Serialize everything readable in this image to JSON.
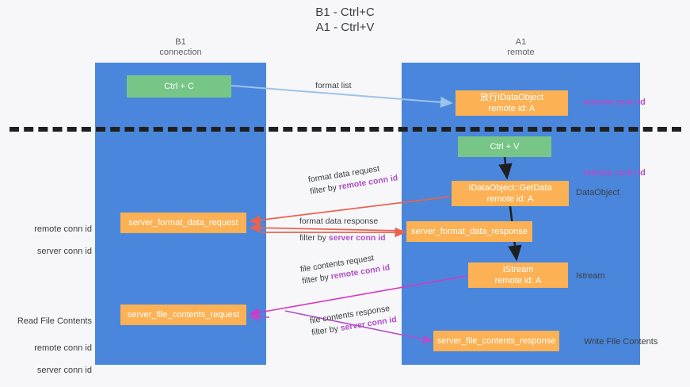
{
  "title": "B1 - Ctrl+C\nA1 - Ctrl+V",
  "lanes": {
    "left": {
      "name": "B1",
      "role": "connection",
      "header": "B1\nconnection"
    },
    "right": {
      "name": "A1",
      "role": "remote",
      "header": "A1\nremote"
    }
  },
  "colors": {
    "lane": "#4a86dc",
    "box_orange": "#fbb154",
    "box_green": "#77c687",
    "accent_purple": "#b14ec9",
    "accent_green": "#5fa96f",
    "arrow_blue": "#9cc3ea",
    "arrow_red": "#e8634f",
    "arrow_magenta": "#d636c4",
    "arrow_purple": "#b14ec9",
    "arrow_black": "#1f1f1f",
    "divider": "#1f1f1f",
    "background": "#f7f7f9"
  },
  "boxes": {
    "ctrl_c": "Ctrl + C",
    "idataobject": "放行IDataObject\nremote id: A",
    "ctrl_v": "Ctrl + V",
    "getdata": "IDataObject::GetData\nremote id: A",
    "server_format_data_request": "server_format_data_request",
    "server_format_data_response": "server_format_data_response",
    "istream": "IStream\nremote id: A",
    "server_file_contents_request": "server_file_contents_request",
    "server_file_contents_response": "server_file_contents_response"
  },
  "edges": {
    "format_list": {
      "label": "format list"
    },
    "format_data_request": {
      "label": "format data request",
      "filter_prefix": "filter by ",
      "filter_key": "remote conn id"
    },
    "format_data_response": {
      "label": "format data response",
      "filter_prefix": "filter by ",
      "filter_key": "server conn id"
    },
    "file_contents_request": {
      "label": "file contents request",
      "filter_prefix": "filter by ",
      "filter_key": "remote conn id"
    },
    "file_contents_response": {
      "label": "file contents response",
      "filter_prefix": "filter by ",
      "filter_key": "server conn id"
    }
  },
  "side_labels": {
    "remote_conn_id_top": "remote conn id",
    "remote_conn_id_mid": "remote conn id",
    "dataobject": "DataObject",
    "istream": "Istream",
    "write_file_contents": "Write File Contents"
  },
  "left_labels": {
    "group1": {
      "remote": "remote conn id",
      "server": "server conn id"
    },
    "group2": {
      "read": "Read File Contents",
      "remote": "remote conn id",
      "server": "server conn id"
    }
  }
}
